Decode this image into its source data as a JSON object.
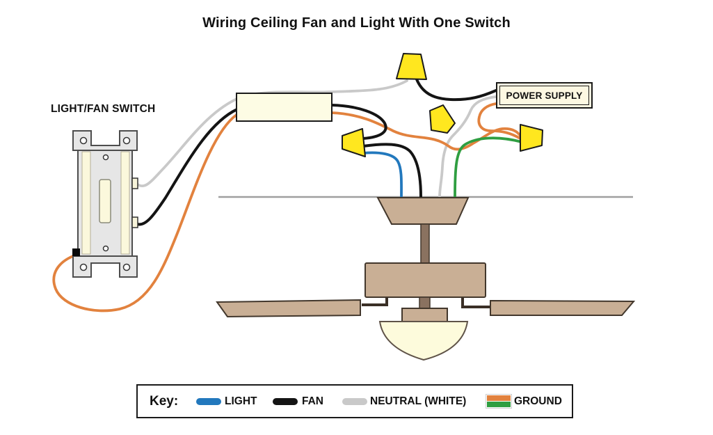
{
  "title": "Wiring Ceiling Fan and Light With One Switch",
  "switch": {
    "label": "LIGHT/FAN SWITCH"
  },
  "power_supply": {
    "label": "POWER SUPPLY"
  },
  "legend": {
    "heading": "Key:",
    "items": [
      {
        "label": "LIGHT",
        "wire": "light"
      },
      {
        "label": "FAN",
        "wire": "fan"
      },
      {
        "label": "NEUTRAL (WHITE)",
        "wire": "neutral"
      },
      {
        "label": "GROUND",
        "wire": "ground"
      }
    ]
  },
  "colors": {
    "wires": {
      "light": "#2278bd",
      "fan": "#141414",
      "neutral": "#c9c9c9",
      "ground_orange": "#e2823e",
      "ground_green": "#2f9e41"
    },
    "wire_nut": "#ffe71f",
    "junction_box": "#fdfce4",
    "power_supply_box": "#fdf8e2",
    "fan_body": "#c9af95",
    "fan_dark": "#8a7260",
    "light_globe": "#fdfbdc",
    "switch_body": "#e6e6e6",
    "switch_accent": "#fbf8dc",
    "ceiling_line": "#9f9f9f"
  }
}
